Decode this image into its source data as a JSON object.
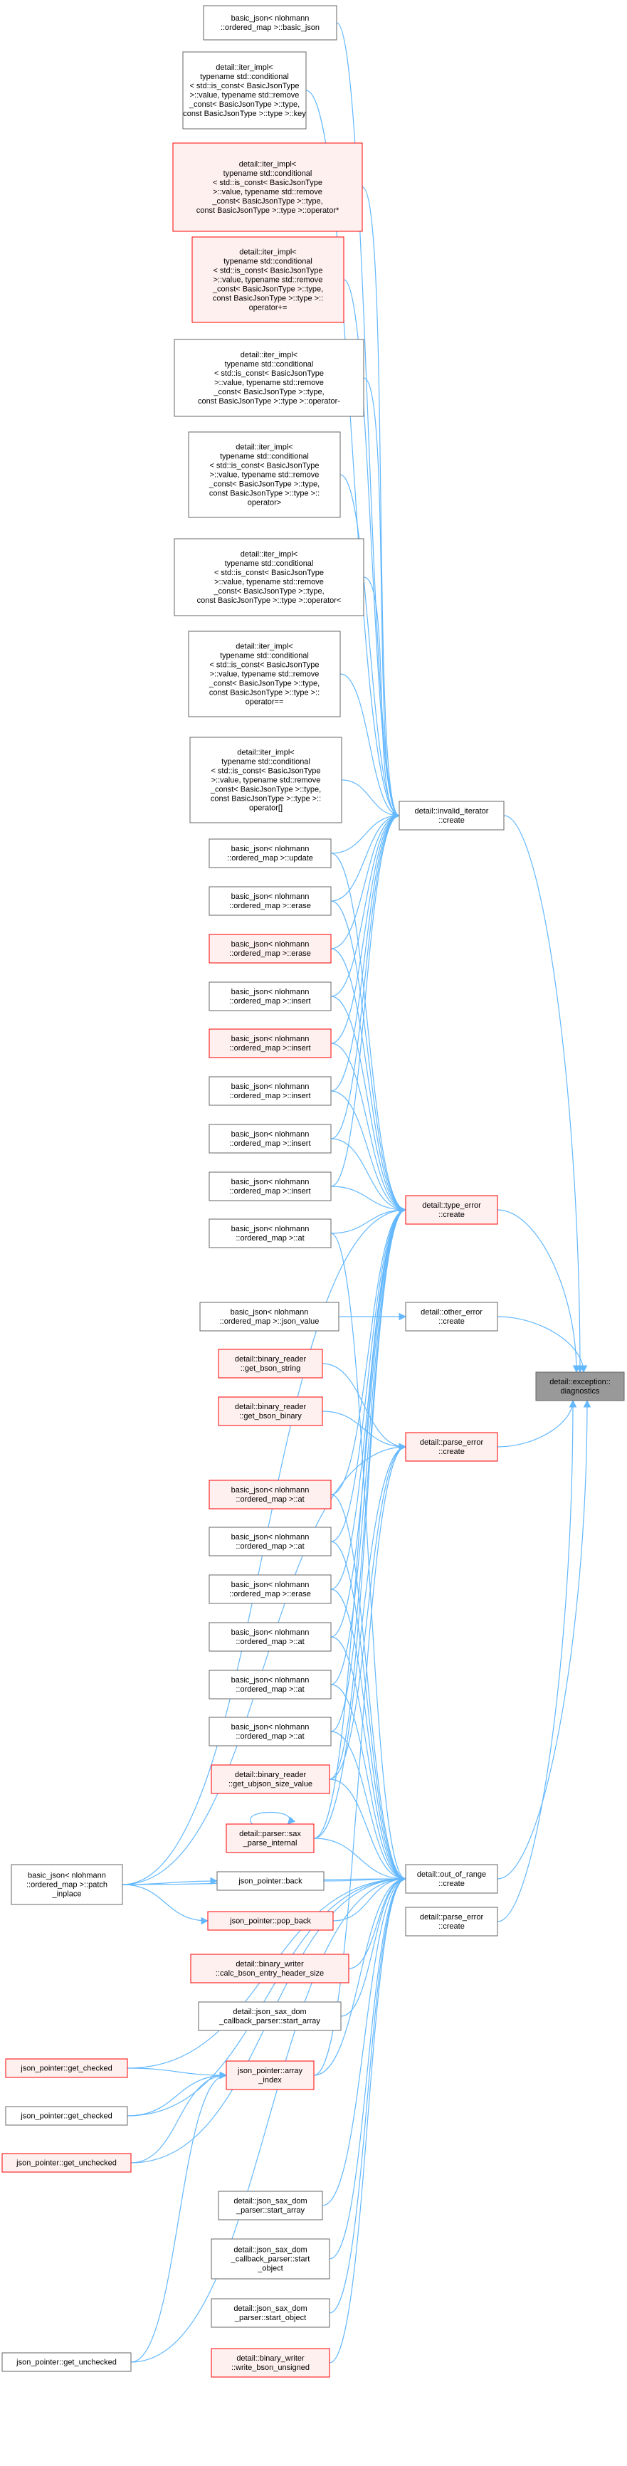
{
  "colors": {
    "edge": "#63b8ff",
    "node_fill": "#ffffff",
    "node_border": "#666666",
    "highlight_fill": "#fff0f0",
    "highlight_border": "#ff0000",
    "focus_fill": "#999999",
    "focus_border": "#666666"
  },
  "nodes": [
    {
      "id": "n_basic_json",
      "label": [
        "basic_json< nlohmann",
        "::ordered_map >::basic_json"
      ],
      "style": "normal"
    },
    {
      "id": "n_iter_key",
      "label": [
        "detail::iter_impl<",
        "typename std::conditional",
        "< std::is_const< BasicJsonType",
        ">::value, typename std::remove",
        "_const< BasicJsonType >::type,",
        "const BasicJsonType >::type >::key"
      ],
      "style": "normal"
    },
    {
      "id": "n_iter_deref",
      "label": [
        "detail::iter_impl<",
        "typename std::conditional",
        "< std::is_const< BasicJsonType",
        ">::value, typename std::remove",
        "_const< BasicJsonType >::type,",
        "const BasicJsonType >::type >::operator*"
      ],
      "style": "red"
    },
    {
      "id": "n_iter_pluseq",
      "label": [
        "detail::iter_impl<",
        "typename std::conditional",
        "< std::is_const< BasicJsonType",
        ">::value, typename std::remove",
        "_const< BasicJsonType >::type,",
        "const BasicJsonType >::type >::",
        "operator+="
      ],
      "style": "red"
    },
    {
      "id": "n_iter_op",
      "label": [
        "detail::iter_impl<",
        "typename std::conditional",
        "< std::is_const< BasicJsonType",
        ">::value, typename std::remove",
        "_const< BasicJsonType >::type,",
        "const BasicJsonType >::type >::operator-"
      ],
      "style": "normal"
    },
    {
      "id": "n_iter_gt",
      "label": [
        "detail::iter_impl<",
        "typename std::conditional",
        "< std::is_const< BasicJsonType",
        ">::value, typename std::remove",
        "_const< BasicJsonType >::type,",
        "const BasicJsonType >::type >::",
        "operator>"
      ],
      "style": "normal"
    },
    {
      "id": "n_iter_lt",
      "label": [
        "detail::iter_impl<",
        "typename std::conditional",
        "< std::is_const< BasicJsonType",
        ">::value, typename std::remove",
        "_const< BasicJsonType >::type,",
        "const BasicJsonType >::type >::operator<"
      ],
      "style": "normal"
    },
    {
      "id": "n_iter_eq",
      "label": [
        "detail::iter_impl<",
        "typename std::conditional",
        "< std::is_const< BasicJsonType",
        ">::value, typename std::remove",
        "_const< BasicJsonType >::type,",
        "const BasicJsonType >::type >::",
        "operator=="
      ],
      "style": "normal"
    },
    {
      "id": "n_iter_sub",
      "label": [
        "detail::iter_impl<",
        "typename std::conditional",
        "< std::is_const< BasicJsonType",
        ">::value, typename std::remove",
        "_const< BasicJsonType >::type,",
        "const BasicJsonType >::type >::",
        "operator[]"
      ],
      "style": "normal"
    },
    {
      "id": "n_invalid_iter",
      "label": [
        "detail::invalid_iterator",
        "::create"
      ],
      "style": "normal"
    },
    {
      "id": "n_update",
      "label": [
        "basic_json< nlohmann",
        "::ordered_map >::update"
      ],
      "style": "normal"
    },
    {
      "id": "n_erase1",
      "label": [
        "basic_json< nlohmann",
        "::ordered_map >::erase"
      ],
      "style": "normal"
    },
    {
      "id": "n_erase2",
      "label": [
        "basic_json< nlohmann",
        "::ordered_map >::erase"
      ],
      "style": "red"
    },
    {
      "id": "n_insert1",
      "label": [
        "basic_json< nlohmann",
        "::ordered_map >::insert"
      ],
      "style": "normal"
    },
    {
      "id": "n_insert2",
      "label": [
        "basic_json< nlohmann",
        "::ordered_map >::insert"
      ],
      "style": "red"
    },
    {
      "id": "n_insert3",
      "label": [
        "basic_json< nlohmann",
        "::ordered_map >::insert"
      ],
      "style": "normal"
    },
    {
      "id": "n_insert4",
      "label": [
        "basic_json< nlohmann",
        "::ordered_map >::insert"
      ],
      "style": "normal"
    },
    {
      "id": "n_insert5",
      "label": [
        "basic_json< nlohmann",
        "::ordered_map >::insert"
      ],
      "style": "normal"
    },
    {
      "id": "n_type_error",
      "label": [
        "detail::type_error",
        "::create"
      ],
      "style": "red"
    },
    {
      "id": "n_at1",
      "label": [
        "basic_json< nlohmann",
        "::ordered_map >::at"
      ],
      "style": "normal"
    },
    {
      "id": "n_json_value",
      "label": [
        "basic_json< nlohmann",
        "::ordered_map >::json_value"
      ],
      "style": "normal"
    },
    {
      "id": "n_other_error",
      "label": [
        "detail::other_error",
        "::create"
      ],
      "style": "normal"
    },
    {
      "id": "n_diagnostics",
      "label": [
        "detail::exception::",
        "diagnostics"
      ],
      "style": "focus"
    },
    {
      "id": "n_bson_string",
      "label": [
        "detail::binary_reader",
        "::get_bson_string"
      ],
      "style": "red"
    },
    {
      "id": "n_bson_binary",
      "label": [
        "detail::binary_reader",
        "::get_bson_binary"
      ],
      "style": "red"
    },
    {
      "id": "n_parse_error1",
      "label": [
        "detail::parse_error",
        "::create"
      ],
      "style": "red"
    },
    {
      "id": "n_at2",
      "label": [
        "basic_json< nlohmann",
        "::ordered_map >::at"
      ],
      "style": "red"
    },
    {
      "id": "n_at3",
      "label": [
        "basic_json< nlohmann",
        "::ordered_map >::at"
      ],
      "style": "normal"
    },
    {
      "id": "n_erase3",
      "label": [
        "basic_json< nlohmann",
        "::ordered_map >::erase"
      ],
      "style": "normal"
    },
    {
      "id": "n_at4",
      "label": [
        "basic_json< nlohmann",
        "::ordered_map >::at"
      ],
      "style": "normal"
    },
    {
      "id": "n_at5",
      "label": [
        "basic_json< nlohmann",
        "::ordered_map >::at"
      ],
      "style": "normal"
    },
    {
      "id": "n_at6",
      "label": [
        "basic_json< nlohmann",
        "::ordered_map >::at"
      ],
      "style": "normal"
    },
    {
      "id": "n_ubjson_size",
      "label": [
        "detail::binary_reader",
        "::get_ubjson_size_value"
      ],
      "style": "red"
    },
    {
      "id": "n_sax_parse",
      "label": [
        "detail::parser::sax",
        "_parse_internal"
      ],
      "style": "red"
    },
    {
      "id": "n_patch_inplace",
      "label": [
        "basic_json< nlohmann",
        "::ordered_map >::patch",
        "_inplace"
      ],
      "style": "normal"
    },
    {
      "id": "n_out_of_range",
      "label": [
        "detail::out_of_range",
        "::create"
      ],
      "style": "normal"
    },
    {
      "id": "n_parse_error2",
      "label": [
        "detail::parse_error",
        "::create"
      ],
      "style": "normal"
    },
    {
      "id": "n_jp_back",
      "label": [
        "json_pointer::back"
      ],
      "style": "normal"
    },
    {
      "id": "n_jp_pop_back",
      "label": [
        "json_pointer::pop_back"
      ],
      "style": "red"
    },
    {
      "id": "n_calc_bson",
      "label": [
        "detail::binary_writer",
        "::calc_bson_entry_header_size"
      ],
      "style": "red"
    },
    {
      "id": "n_sax_cb_start_array",
      "label": [
        "detail::json_sax_dom",
        "_callback_parser::start_array"
      ],
      "style": "normal"
    },
    {
      "id": "n_jp_get_checked1",
      "label": [
        "json_pointer::get_checked"
      ],
      "style": "red"
    },
    {
      "id": "n_jp_array_index",
      "label": [
        "json_pointer::array",
        "_index"
      ],
      "style": "red"
    },
    {
      "id": "n_jp_get_checked2",
      "label": [
        "json_pointer::get_checked"
      ],
      "style": "normal"
    },
    {
      "id": "n_jp_get_unchecked1",
      "label": [
        "json_pointer::get_unchecked"
      ],
      "style": "red"
    },
    {
      "id": "n_sax_start_array",
      "label": [
        "detail::json_sax_dom",
        "_parser::start_array"
      ],
      "style": "normal"
    },
    {
      "id": "n_sax_cb_start_object",
      "label": [
        "detail::json_sax_dom",
        "_callback_parser::start",
        "_object"
      ],
      "style": "normal"
    },
    {
      "id": "n_sax_start_object",
      "label": [
        "detail::json_sax_dom",
        "_parser::start_object"
      ],
      "style": "normal"
    },
    {
      "id": "n_jp_get_unchecked2",
      "label": [
        "json_pointer::get_unchecked"
      ],
      "style": "normal"
    },
    {
      "id": "n_write_bson_unsigned",
      "label": [
        "detail::binary_writer",
        "::write_bson_unsigned"
      ],
      "style": "red"
    }
  ],
  "edges": [
    [
      "n_basic_json",
      "n_invalid_iter"
    ],
    [
      "n_iter_key",
      "n_invalid_iter"
    ],
    [
      "n_iter_deref",
      "n_invalid_iter"
    ],
    [
      "n_iter_pluseq",
      "n_invalid_iter"
    ],
    [
      "n_iter_op",
      "n_invalid_iter"
    ],
    [
      "n_iter_gt",
      "n_invalid_iter"
    ],
    [
      "n_iter_lt",
      "n_invalid_iter"
    ],
    [
      "n_iter_eq",
      "n_invalid_iter"
    ],
    [
      "n_iter_sub",
      "n_invalid_iter"
    ],
    [
      "n_update",
      "n_invalid_iter"
    ],
    [
      "n_erase1",
      "n_invalid_iter"
    ],
    [
      "n_erase2",
      "n_invalid_iter"
    ],
    [
      "n_insert1",
      "n_invalid_iter"
    ],
    [
      "n_insert2",
      "n_invalid_iter"
    ],
    [
      "n_insert3",
      "n_invalid_iter"
    ],
    [
      "n_insert4",
      "n_invalid_iter"
    ],
    [
      "n_insert5",
      "n_invalid_iter"
    ],
    [
      "n_invalid_iter",
      "n_diagnostics"
    ],
    [
      "n_update",
      "n_type_error"
    ],
    [
      "n_erase1",
      "n_type_error"
    ],
    [
      "n_erase2",
      "n_type_error"
    ],
    [
      "n_insert1",
      "n_type_error"
    ],
    [
      "n_insert2",
      "n_type_error"
    ],
    [
      "n_insert3",
      "n_type_error"
    ],
    [
      "n_insert4",
      "n_type_error"
    ],
    [
      "n_insert5",
      "n_type_error"
    ],
    [
      "n_at1",
      "n_type_error"
    ],
    [
      "n_patch_inplace",
      "n_type_error"
    ],
    [
      "n_at2",
      "n_type_error"
    ],
    [
      "n_at3",
      "n_type_error"
    ],
    [
      "n_erase3",
      "n_type_error"
    ],
    [
      "n_at4",
      "n_type_error"
    ],
    [
      "n_at5",
      "n_type_error"
    ],
    [
      "n_at6",
      "n_type_error"
    ],
    [
      "n_ubjson_size",
      "n_type_error"
    ],
    [
      "n_sax_parse",
      "n_type_error"
    ],
    [
      "n_type_error",
      "n_diagnostics"
    ],
    [
      "n_json_value",
      "n_other_error"
    ],
    [
      "n_other_error",
      "n_diagnostics"
    ],
    [
      "n_bson_string",
      "n_parse_error1"
    ],
    [
      "n_bson_binary",
      "n_parse_error1"
    ],
    [
      "n_ubjson_size",
      "n_parse_error1"
    ],
    [
      "n_sax_parse",
      "n_parse_error1"
    ],
    [
      "n_jp_array_index",
      "n_parse_error1"
    ],
    [
      "n_patch_inplace",
      "n_parse_error1"
    ],
    [
      "n_parse_error1",
      "n_diagnostics"
    ],
    [
      "n_at1",
      "n_out_of_range"
    ],
    [
      "n_at2",
      "n_out_of_range"
    ],
    [
      "n_at3",
      "n_out_of_range"
    ],
    [
      "n_erase3",
      "n_out_of_range"
    ],
    [
      "n_at4",
      "n_out_of_range"
    ],
    [
      "n_at5",
      "n_out_of_range"
    ],
    [
      "n_at6",
      "n_out_of_range"
    ],
    [
      "n_ubjson_size",
      "n_out_of_range"
    ],
    [
      "n_sax_parse",
      "n_out_of_range"
    ],
    [
      "n_patch_inplace",
      "n_out_of_range"
    ],
    [
      "n_jp_back",
      "n_out_of_range"
    ],
    [
      "n_jp_pop_back",
      "n_out_of_range"
    ],
    [
      "n_calc_bson",
      "n_out_of_range"
    ],
    [
      "n_sax_cb_start_array",
      "n_out_of_range"
    ],
    [
      "n_jp_get_checked1",
      "n_out_of_range"
    ],
    [
      "n_jp_array_index",
      "n_out_of_range"
    ],
    [
      "n_jp_get_checked2",
      "n_out_of_range"
    ],
    [
      "n_jp_get_unchecked1",
      "n_out_of_range"
    ],
    [
      "n_sax_start_array",
      "n_out_of_range"
    ],
    [
      "n_sax_cb_start_object",
      "n_out_of_range"
    ],
    [
      "n_sax_start_object",
      "n_out_of_range"
    ],
    [
      "n_jp_get_unchecked2",
      "n_out_of_range"
    ],
    [
      "n_write_bson_unsigned",
      "n_out_of_range"
    ],
    [
      "n_out_of_range",
      "n_diagnostics"
    ],
    [
      "n_parse_error2",
      "n_diagnostics"
    ],
    [
      "n_jp_get_checked1",
      "n_jp_array_index"
    ],
    [
      "n_jp_get_checked2",
      "n_jp_array_index"
    ],
    [
      "n_jp_get_unchecked1",
      "n_jp_array_index"
    ],
    [
      "n_jp_get_unchecked2",
      "n_jp_array_index"
    ],
    [
      "n_sax_parse",
      "n_sax_parse"
    ],
    [
      "n_patch_inplace",
      "n_jp_back"
    ],
    [
      "n_patch_inplace",
      "n_jp_pop_back"
    ]
  ]
}
